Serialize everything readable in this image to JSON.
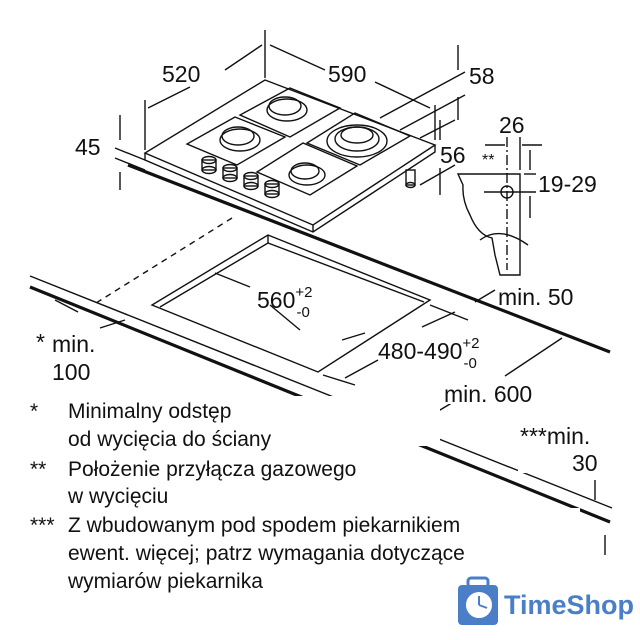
{
  "dimensions": {
    "hob_width": "520",
    "hob_depth": "590",
    "offset_58": "58",
    "height_45": "45",
    "height_56": "56",
    "gas_26": "26",
    "gas_marker": "**",
    "gas_19_29": "19-29",
    "cutout_width": "560",
    "cutout_width_tol_plus": "+2",
    "cutout_width_tol_minus": "-0",
    "cutout_depth": "480-490",
    "cutout_depth_tol_plus": "+2",
    "cutout_depth_tol_minus": "-0",
    "min_50": "min. 50",
    "min_100_marker": "*",
    "min_100_line1": "min.",
    "min_100_line2": "100",
    "min_600": "min. 600",
    "min_30_line1": "***min.",
    "min_30_line2": "30"
  },
  "notes": [
    {
      "marker": "*",
      "lines": [
        "Minimalny odstęp",
        "od wycięcia do ściany"
      ]
    },
    {
      "marker": "**",
      "lines": [
        "Położenie przyłącza gazowego",
        "w wycięciu"
      ]
    },
    {
      "marker": "***",
      "lines": [
        "Z wbudowanym pod spodem piekarnikiem",
        "ewent. więcej; patrz wymagania dotyczące",
        "wymiarów piekarnika"
      ]
    }
  ],
  "watermark": {
    "text": "TimeShop",
    "color": "#4a7fc8"
  }
}
